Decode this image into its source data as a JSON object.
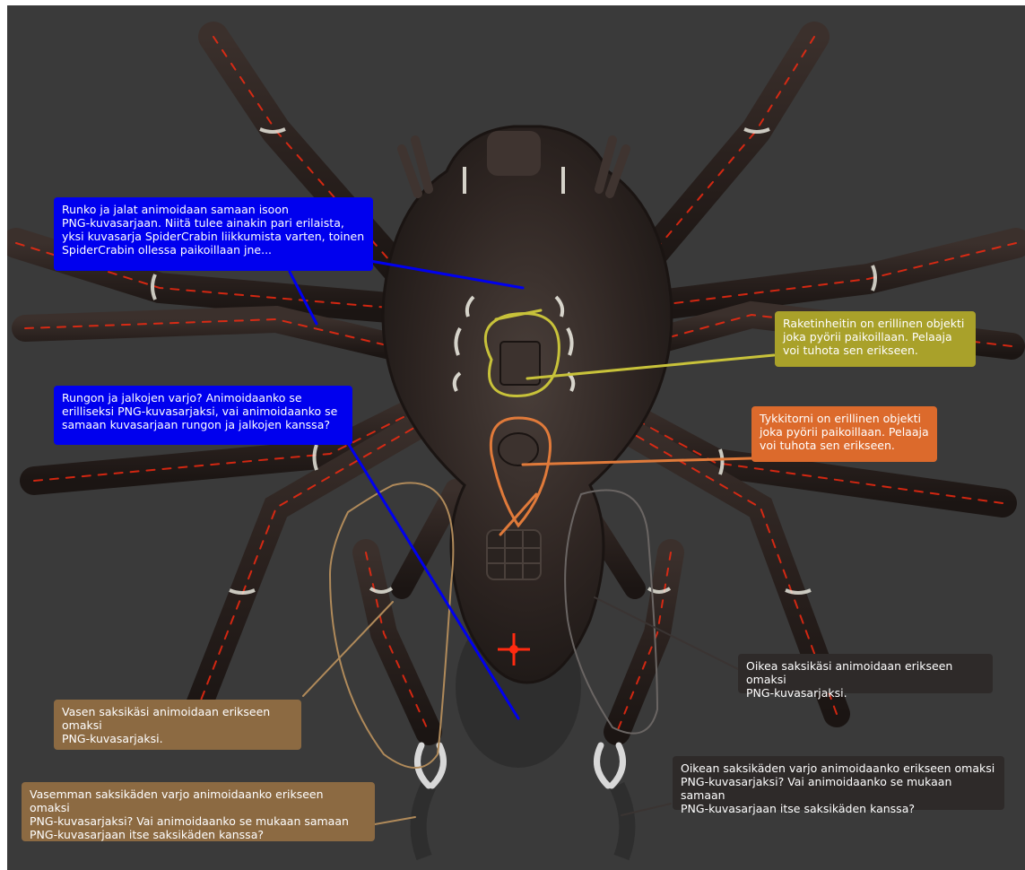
{
  "annotations": {
    "body_legs": "Runko ja jalat animoidaan samaan isoon\nPNG-kuvasarjaan. Niitä tulee ainakin pari erilaista,\nyksi kuvasarja SpiderCrabin liikkumista varten, toinen\nSpiderCrabin ollessa paikoillaan jne...",
    "shadow": "Rungon ja jalkojen varjo? Animoidaanko se\nerilliseksi PNG-kuvasarjaksi, vai animoidaanko se\nsamaan kuvasarjaan rungon ja jalkojen kanssa?",
    "rocket_launcher": "Raketinheitin on erillinen objekti\njoka pyörii paikoillaan. Pelaaja\nvoi tuhota sen erikseen.",
    "turret": "Tykkitorni on erillinen objekti\njoka pyörii paikoillaan. Pelaaja\nvoi tuhota sen erikseen.",
    "right_claw": "Oikea saksikäsi animoidaan erikseen omaksi\nPNG-kuvasarjaksi.",
    "left_claw": "Vasen saksikäsi animoidaan erikseen omaksi\nPNG-kuvasarjaksi.",
    "right_claw_shadow": "Oikean saksikäden varjo animoidaanko erikseen omaksi\nPNG-kuvasarjaksi? Vai animoidaanko se mukaan samaan\nPNG-kuvasarjaan itse saksikäden kanssa?",
    "left_claw_shadow": "Vasemman saksikäden varjo animoidaanko erikseen omaksi\nPNG-kuvasarjaksi? Vai animoidaanko se mukaan samaan\nPNG-kuvasarjaan itse saksikäden kanssa?"
  },
  "colors": {
    "background": "#3a3a3a",
    "blue_note": "#0000ee",
    "olive_note": "#a9a12a",
    "orange_note": "#dc6a2c",
    "dark_note": "#2e2a29",
    "brown_note": "#8c6a42",
    "glow_lines": "#ff2a10"
  }
}
